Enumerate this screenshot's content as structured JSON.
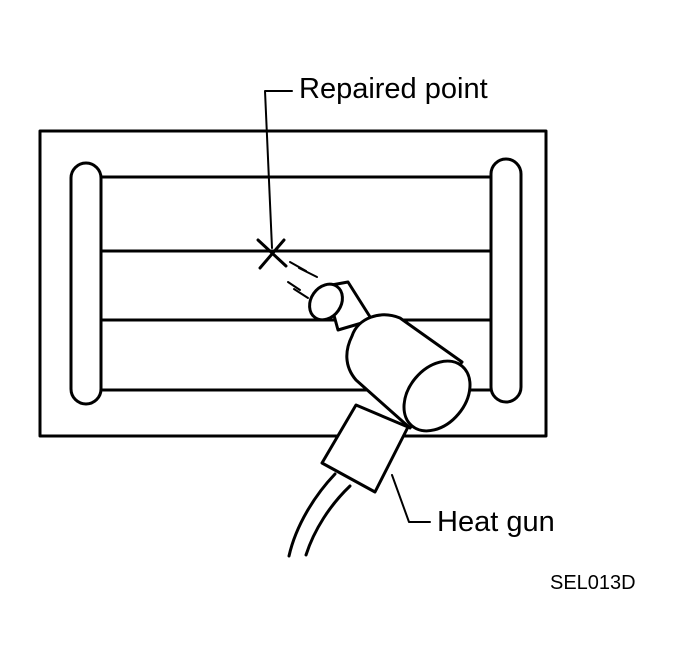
{
  "labels": {
    "repaired_point": "Repaired point",
    "heat_gun": "Heat gun",
    "figure_code": "SEL013D"
  }
}
